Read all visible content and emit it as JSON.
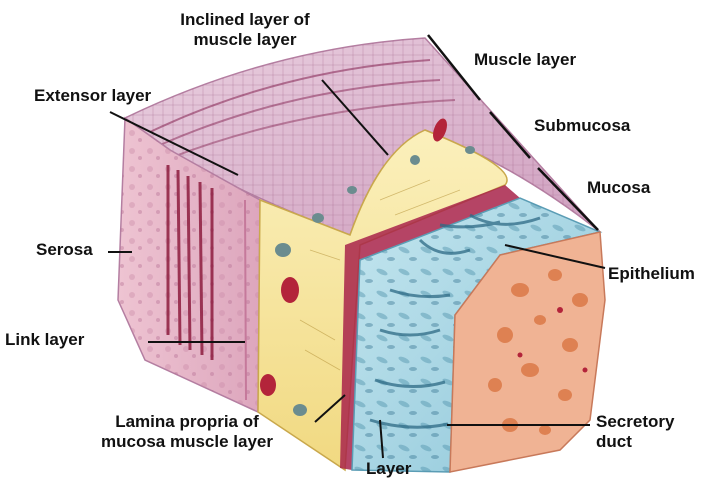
{
  "labels": {
    "inclined_layer_line1": "Inclined layer of",
    "inclined_layer_line2": "muscle layer",
    "extensor_layer": "Extensor layer",
    "muscle_layer": "Muscle layer",
    "submucosa": "Submucosa",
    "mucosa": "Mucosa",
    "serosa": "Serosa",
    "epithelium": "Epithelium",
    "link_layer": "Link layer",
    "lamina_propria_line1": "Lamina propria of",
    "lamina_propria_line2": "mucosa muscle layer",
    "secretory_duct_line1": "Secretory",
    "secretory_duct_line2": "duct",
    "layer": "Layer"
  },
  "colors": {
    "serosa_pink": "#e7b6cb",
    "muscle_top": "#dcb6cf",
    "submucosa_yellow": "#f6e6a0",
    "mucosa_blue": "#a9d8e6",
    "epithelium_salmon": "#f0b394",
    "vessel_red": "#b3243a",
    "leader_line": "#111111"
  }
}
